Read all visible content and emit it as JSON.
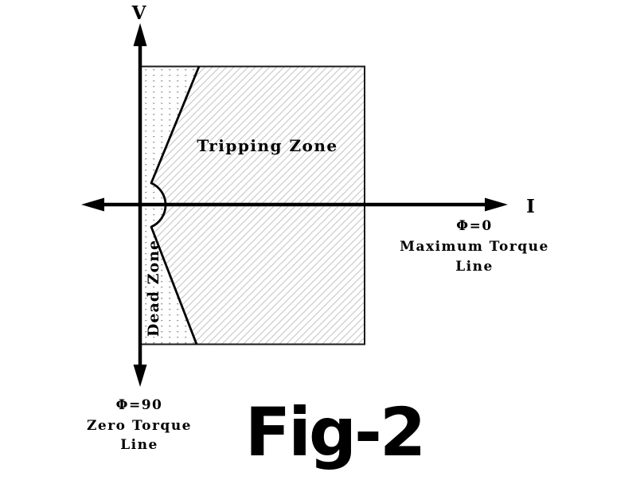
{
  "figure": {
    "caption": "Fig-2",
    "axis": {
      "v_label": "V",
      "i_label": "I"
    },
    "zones": {
      "tripping_label": "Tripping Zone",
      "dead_label": "Dead Zone"
    },
    "max_torque_annotation": {
      "phi": "Φ=0",
      "name": "Maximum Torque",
      "word_line": "Line"
    },
    "zero_torque_annotation": {
      "phi": "Φ=90",
      "name": "Zero Torque",
      "word_line": "Line"
    },
    "colors": {
      "ink": "#000000",
      "zone_border": "#1a1a1a",
      "hatch_stroke": "#c6c6c6",
      "dot_fill": "#a2a2a2",
      "background": "#ffffff"
    }
  }
}
